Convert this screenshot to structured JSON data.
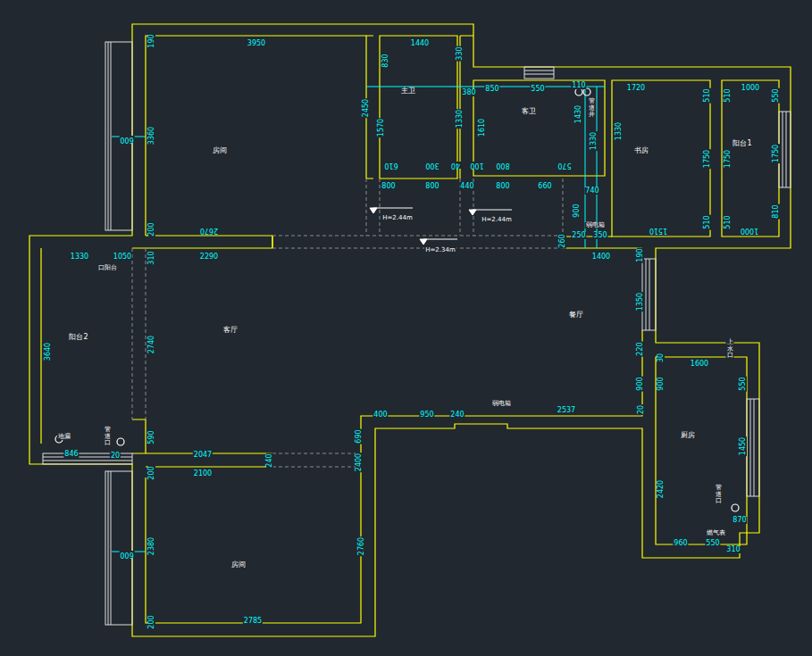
{
  "diagram": {
    "labels": [
      "3950",
      "190",
      "3360",
      "600",
      "200",
      "房间",
      "2670",
      "1440",
      "830",
      "330",
      "主卫",
      "2450",
      "1570",
      "1330",
      "610",
      "300",
      "40",
      "800",
      "800",
      "440",
      "800",
      "660",
      "H=2.44m",
      "H=2.44m",
      "H=2.34m",
      "380",
      "850",
      "550",
      "客卫",
      "1610",
      "100",
      "800",
      "570",
      "110",
      "管道井",
      "1430",
      "1330",
      "740",
      "900",
      "260",
      "弱电箱",
      "250",
      "350",
      "1400",
      "1720",
      "书房",
      "1330",
      "510",
      "1750",
      "510",
      "1510",
      "1000",
      "510",
      "1750",
      "510",
      "550",
      "1750",
      "810",
      "1000",
      "阳台1",
      "1330",
      "1050",
      "310",
      "2290",
      "口阳台",
      "阳台2",
      "3640",
      "2740",
      "地漏",
      "管道口",
      "846",
      "590",
      "20",
      "2047",
      "2100",
      "240",
      "200",
      "690",
      "2400",
      "400",
      "950",
      "240",
      "弱电箱",
      "2537",
      "20",
      "客厅",
      "餐厅",
      "190",
      "1350",
      "220",
      "900",
      "1600",
      "30",
      "900",
      "上水口",
      "550",
      "1450",
      "厨房",
      "2420",
      "管道口",
      "870",
      "燃气表",
      "960",
      "550",
      "310",
      "600",
      "2380",
      "200",
      "2785",
      "2760",
      "房间"
    ]
  }
}
